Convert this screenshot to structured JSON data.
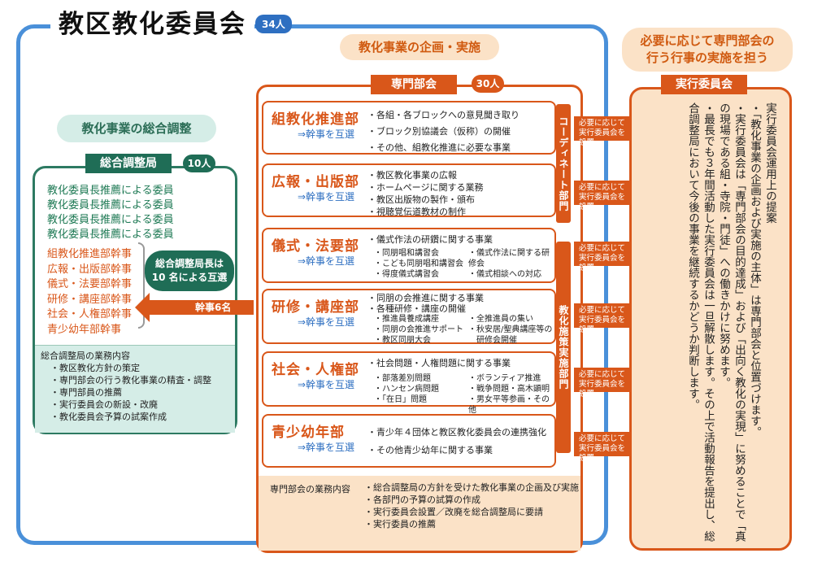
{
  "title": "教区教化委員会",
  "member_count": "34人",
  "pill_plan": "教化事業の企画・実施",
  "pill_coord": "教化事業の総合調整",
  "pill_exec_line1": "必要に応じて専門部会の",
  "pill_exec_line2": "行う行事の実施を担う",
  "coord": {
    "head": "総合調整局",
    "count": "10人",
    "green": [
      "教化委員長推薦による委員",
      "教化委員長推薦による委員",
      "教化委員長推薦による委員",
      "教化委員長推薦による委員"
    ],
    "orange": [
      "組教化推進部幹事",
      "広報・出版部幹事",
      "儀式・法要部幹事",
      "研修・講座部幹事",
      "社会・人権部幹事",
      "青少幼年部幹事"
    ],
    "selection_line1": "総合調整局長は",
    "selection_line2": "10 名による互選",
    "duties_title": "総合調整局の業務内容",
    "duties": [
      "・教区教化方針の策定",
      "・専門部会の行う教化事業の精査・調整",
      "・専門部員の推薦",
      "・実行委員会の新設・改廃",
      "・教化委員会予算の試案作成"
    ]
  },
  "arrow_left_label": "幹事6名",
  "dept": {
    "head": "専門部会",
    "count": "30人",
    "sub": "⇒幹事を互選",
    "boxes": [
      {
        "name": "組教化推進部",
        "items": [
          "・各組・各ブロックへの意見聞き取り",
          "・ブロック別協議会（仮称）の開催",
          "・その他、組教化推進に必要な事業"
        ]
      },
      {
        "name": "広報・出版部",
        "items": [
          "・教区教化事業の広報",
          "・ホームページに関する業務",
          "・教区出版物の製作・頒布",
          "・視聴覚伝道教材の制作"
        ]
      },
      {
        "name": "儀式・法要部",
        "items": [
          "・儀式作法の研鑽に関する事業"
        ],
        "sub_left": [
          "・同朋唱和講習会",
          "・こども同朋唱和講習会",
          "・得度儀式講習会"
        ],
        "sub_right": [
          "・儀式作法に関する研修会",
          "・儀式相談への対応"
        ]
      },
      {
        "name": "研修・講座部",
        "items": [
          "・同朋の会推進に関する事業",
          "・各種研修・講座の開催"
        ],
        "sub_left": [
          "・推進員養成講座",
          "・同朋の会推進サポート",
          "・教区同朋大会"
        ],
        "sub_right": [
          "・全推進員の集い",
          "・秋安居/聖典講座等の",
          "　研修会開催"
        ]
      },
      {
        "name": "社会・人権部",
        "items": [
          "・社会問題・人権問題に関する事業"
        ],
        "sub_left": [
          "・部落差別問題",
          "・ハンセン病問題",
          "・「在日」問題"
        ],
        "sub_right": [
          "・ボランティア推進",
          "・戦争問題・高木顕明",
          "・男女平等参画・その他"
        ]
      },
      {
        "name": "青少幼年部",
        "items": [
          "・青少年４団体と教区教化委員会の連携強化",
          "・その他青少幼年に関する事業"
        ]
      }
    ],
    "vbar1": "コーディネート部門",
    "vbar2": "教化施策実施部門",
    "duties_title": "専門部会の業務内容",
    "duties": [
      "・総合調整局の方針を受けた教化事業の企画及び実施",
      "・各部門の予算の試算の作成",
      "・実行委員会設置／改廃を総合調整局に要請",
      "・実行委員の推薦"
    ]
  },
  "right_arrow_label_1": "必要に応じて",
  "right_arrow_label_2": "実行委員会を設置",
  "exec": {
    "head": "実行委員会",
    "text": "実行委員会運用上の提案\n・「教化事業の企画および実施の主体」は専門部会と位置づけます。\n・実行委員会は「専門部会の目的達成」および「出向く教化の実現」に努めることで「真の現場である組・寺院・門徒」への働きかけに努めます。\n・最長でも３年間活動した実行委員会は一旦解散します。その上で活動報告を提出し、総合調整局において今後の事業を継続するかどうか判断します。"
  },
  "colors": {
    "blue": "#4a90d9",
    "orange": "#d9571a",
    "green": "#1f6d56",
    "peach": "#fbe2c7",
    "mint": "#d5ede7"
  }
}
